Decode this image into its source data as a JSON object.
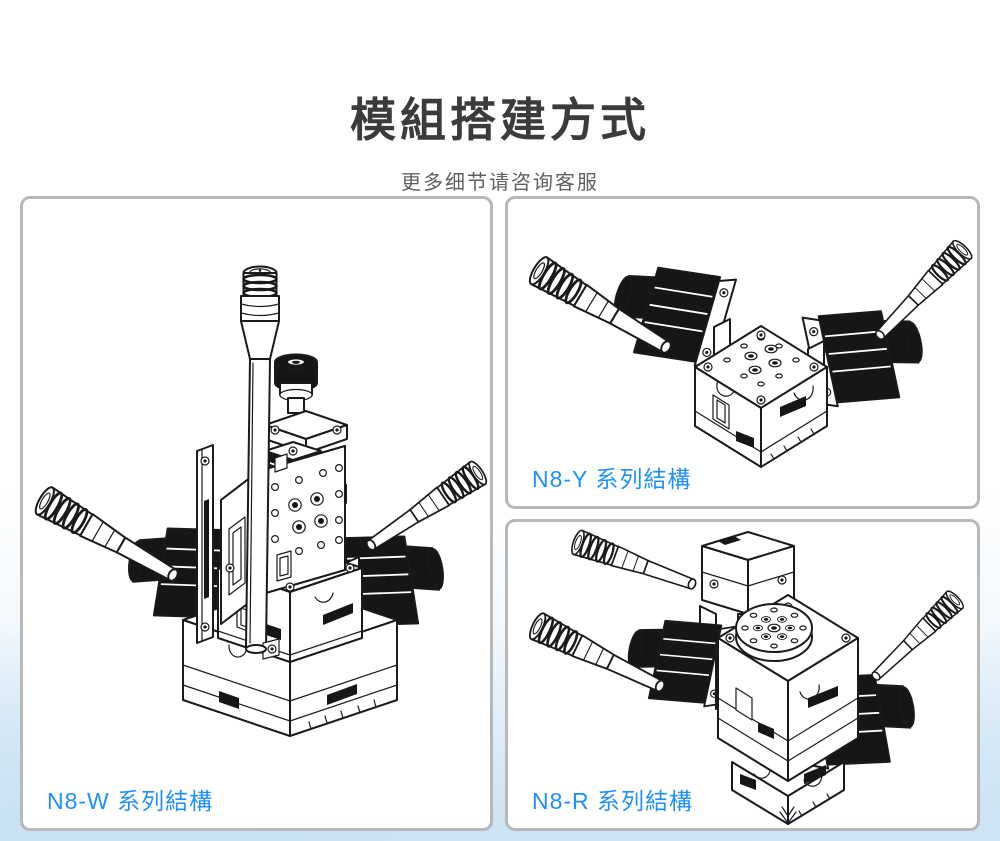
{
  "header": {
    "title": "模組搭建方式",
    "subtitle": "更多细节请咨询客服"
  },
  "panels": [
    {
      "label": "N8-W 系列結構"
    },
    {
      "label": "N8-Y 系列結構"
    },
    {
      "label": "N8-R 系列結構"
    }
  ],
  "colors": {
    "label_accent": "#1e8fff",
    "title_text": "#3b3b3b",
    "subtitle_text": "#5f5f5f",
    "panel_border": "#b8b8b8",
    "panel_background": "#ffffff",
    "line_art": "#1a1a1a",
    "page_bottom_tint": "#cbe3f3"
  }
}
